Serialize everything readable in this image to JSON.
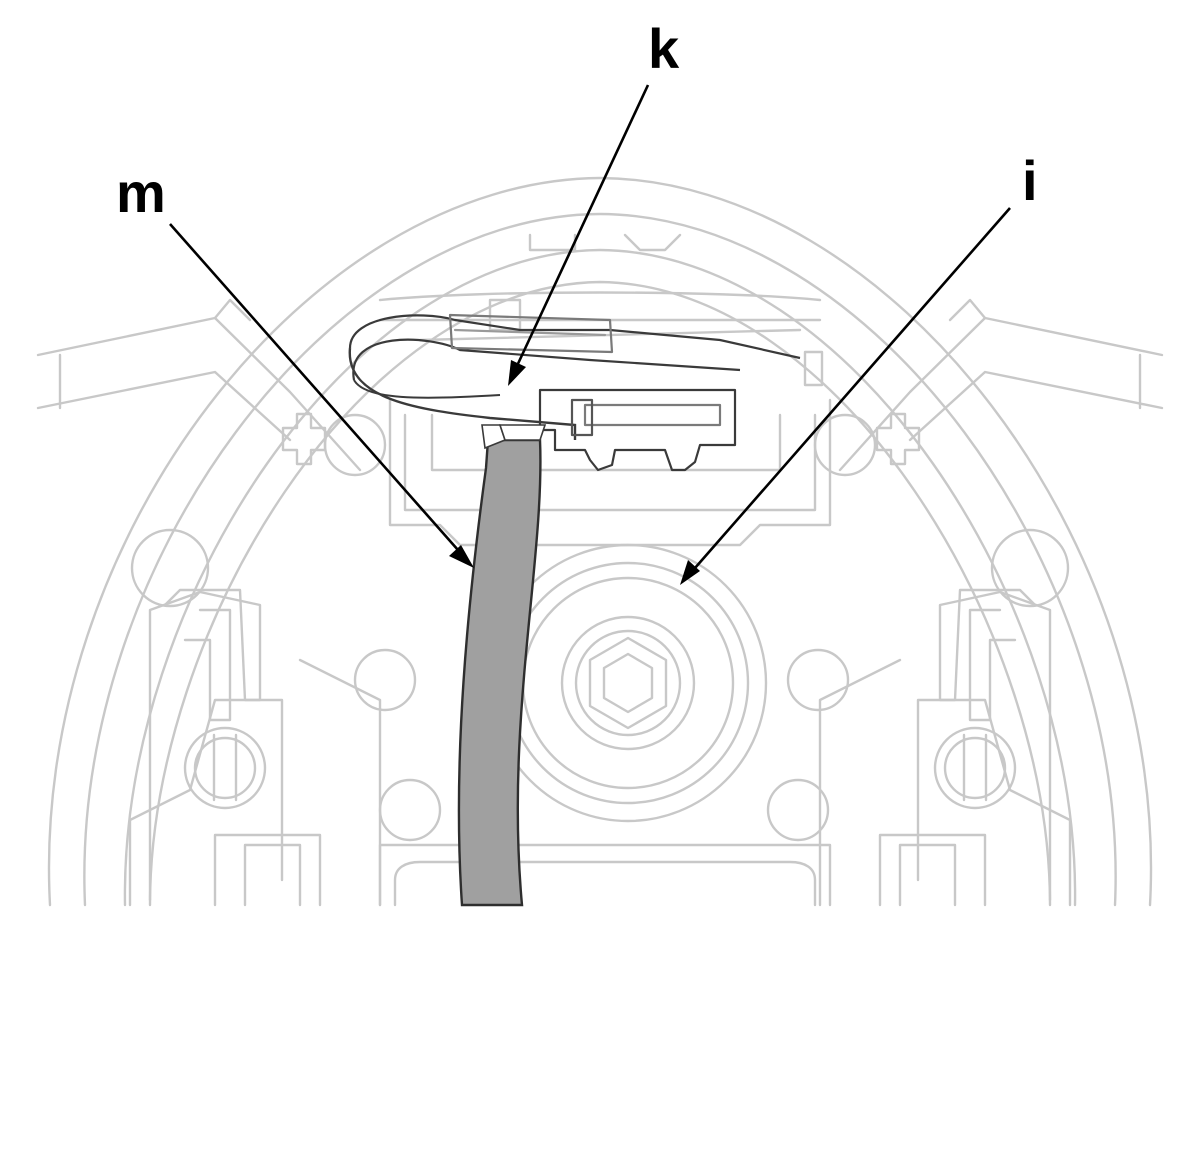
{
  "callouts": {
    "k": "k",
    "m": "m",
    "i": "i"
  },
  "colors": {
    "background": "#ffffff",
    "outline_faint": "#c8c8c8",
    "cable_fill": "#a0a0a0",
    "cable_outline": "#2e2e2e",
    "leader": "#000000"
  }
}
